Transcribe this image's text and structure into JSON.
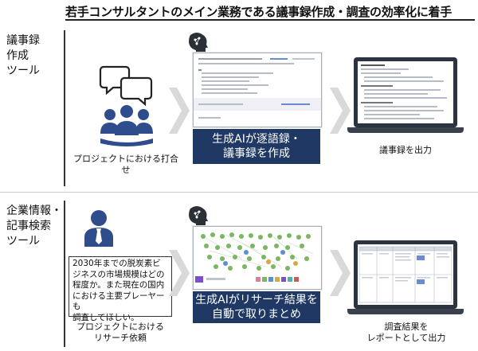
{
  "title": "若手コンサルタントのメイン業務である議事録作成・調査の効率化に着手",
  "row1": {
    "label_lines": [
      "議事録",
      "作成",
      "ツール"
    ],
    "meeting_caption": "プロジェクトにおける打合せ",
    "banner_lines": [
      "生成AIが逐語録・",
      "議事録を作成"
    ],
    "output_caption": "議事録を出力"
  },
  "row2": {
    "label_lines": [
      "企業情報・",
      "記事検索",
      "ツール"
    ],
    "request_text_lines": [
      "2030年までの脱炭素ビ",
      "ジネスの市場規模はどの",
      "程度か。また現在の国内",
      "における主要プレーヤーも",
      "調査してほしい。"
    ],
    "request_caption_lines": [
      "プロジェクトにおける",
      "リサーチ依頼"
    ],
    "banner_lines": [
      "生成AIがリサーチ結果を",
      "自動で取りまとめ"
    ],
    "output_caption_lines": [
      "調査結果を",
      "レポートとして出力"
    ]
  },
  "colors": {
    "banner": "#1f3864",
    "icon_blue": "#2f4c8c",
    "chevron": "#d9d9d9",
    "node_green": "#7bb661"
  }
}
